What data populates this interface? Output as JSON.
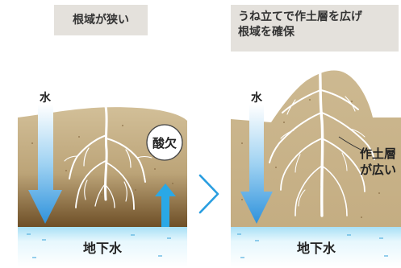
{
  "left_panel": {
    "title": "根域が狭い",
    "water_label": "水",
    "oxygen_badge": "酸欠",
    "groundwater_label": "地下水"
  },
  "transition_arrow": "→",
  "right_panel": {
    "title_line1": "うね立てで作土層を広げ",
    "title_line2": "根域を確保",
    "water_label": "水",
    "topsoil_line1": "作土層",
    "topsoil_line2": "が広い",
    "groundwater_label": "地下水"
  },
  "colors": {
    "soil": "#cdb991",
    "soil_dark": "#7a5a2f",
    "groundwater": "#c9ecfb",
    "water_arrow": "#3a9ee0",
    "root": "#ffffff",
    "title_box": "#e4e1dc"
  }
}
